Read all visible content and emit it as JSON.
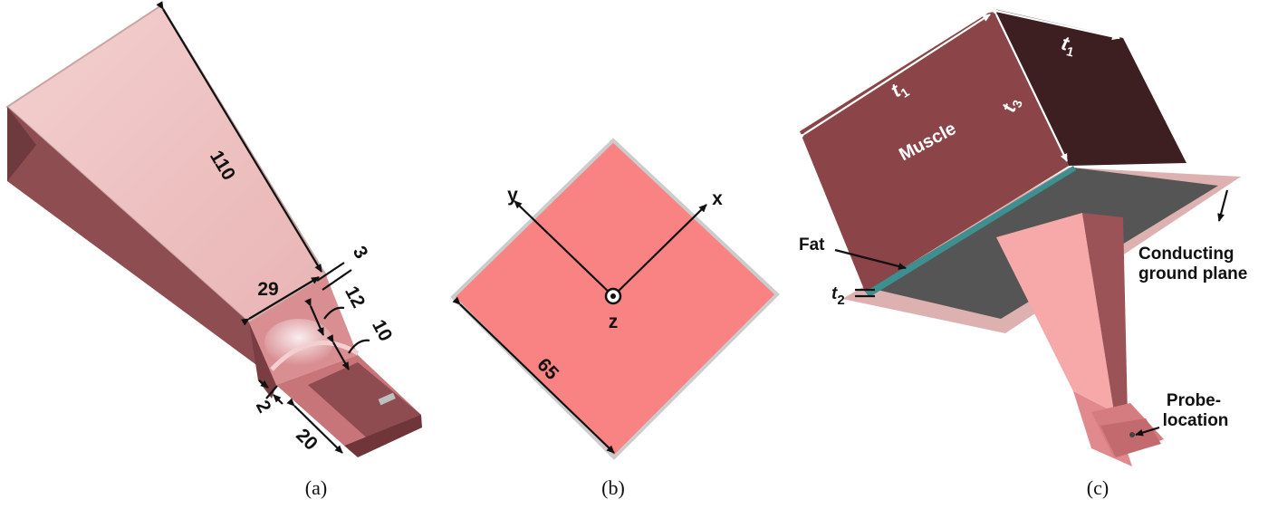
{
  "panel_a": {
    "caption": "(a)",
    "dimensions": [
      "110",
      "29",
      "3",
      "12",
      "10",
      "2",
      "20"
    ]
  },
  "panel_b": {
    "caption": "(b)",
    "axis_x": "x",
    "axis_y": "y",
    "axis_z": "z",
    "dimension": "65"
  },
  "panel_c": {
    "caption": "(c)",
    "muscle": "Muscle",
    "t1_top": "t",
    "t1_top_sub": "1",
    "t1_right": "t",
    "t1_right_sub": "1",
    "t3": "t",
    "t3_sub": "3",
    "fat": "Fat",
    "t2": "t",
    "t2_sub": "2",
    "ground_line1": "Conducting",
    "ground_line2": "ground plane",
    "probe_line1": "Probe-",
    "probe_line2": "location"
  },
  "colors": {
    "horn_light": "#f2c9c9",
    "horn_side": "#8a4a4e",
    "square": "#f98282",
    "muscle_front": "#8b4448",
    "muscle_side": "#3d1f21",
    "ground_plane": "#555555",
    "fat": "#3e8f8f"
  }
}
